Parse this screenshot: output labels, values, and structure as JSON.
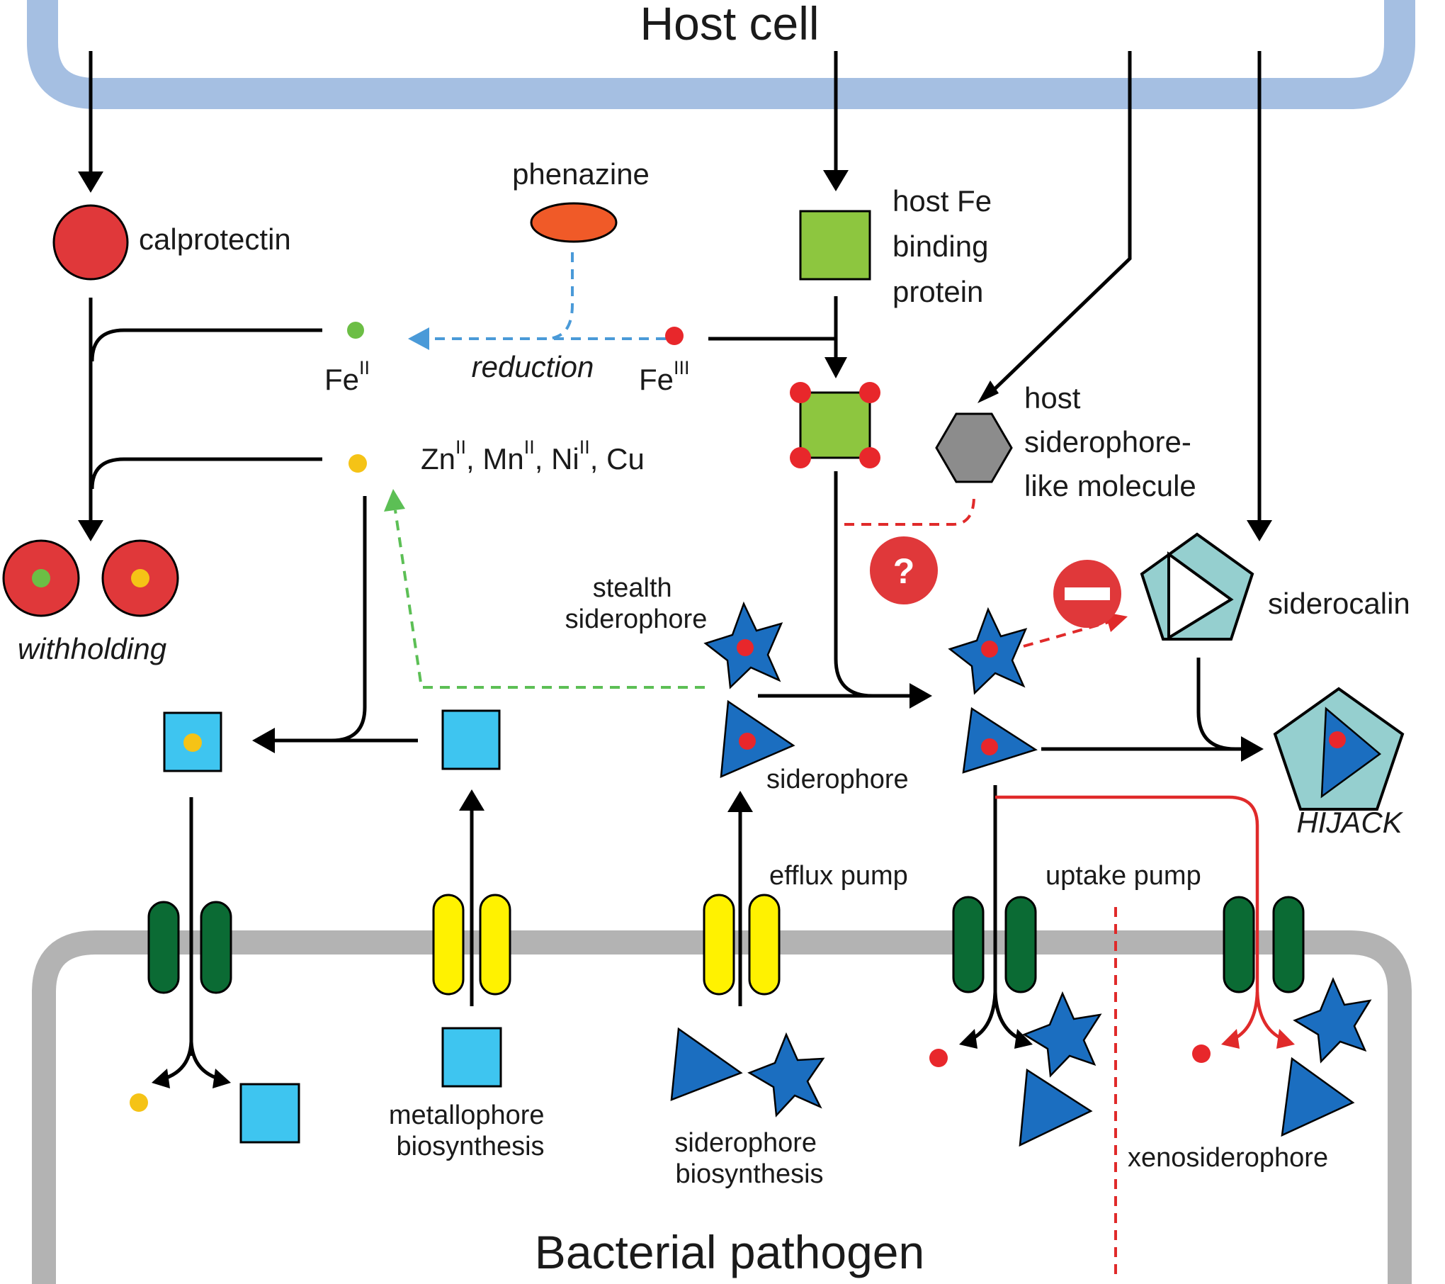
{
  "labels": {
    "host_cell": "Host cell",
    "bacterial_pathogen": "Bacterial pathogen",
    "calprotectin": "calprotectin",
    "phenazine": "phenazine",
    "host_fe_binding_protein": [
      "host Fe",
      "binding",
      "protein"
    ],
    "fe_ii": {
      "base": "Fe",
      "sup": "II"
    },
    "fe_iii": {
      "base": "Fe",
      "sup": "III"
    },
    "reduction": "reduction",
    "metals": [
      {
        "base": "Zn",
        "sup": "II",
        "sep": ", "
      },
      {
        "base": "Mn",
        "sup": "II",
        "sep": ", "
      },
      {
        "base": "Ni",
        "sup": "II",
        "sep": ", "
      },
      {
        "base": "Cu",
        "sup": "",
        "sep": ""
      }
    ],
    "host_siderophore_like": [
      "host",
      "siderophore-",
      "like molecule"
    ],
    "question_mark": "?",
    "withholding": "withholding",
    "stealth_siderophore": [
      "stealth",
      "siderophore"
    ],
    "siderophore": "siderophore",
    "siderocalin": "siderocalin",
    "hijack": "HIJACK",
    "efflux_pump": "efflux pump",
    "uptake_pump": "uptake pump",
    "metallophore_biosynthesis": [
      "metallophore",
      "biosynthesis"
    ],
    "siderophore_biosynthesis": [
      "siderophore",
      "biosynthesis"
    ],
    "xenosiderophore": "xenosiderophore"
  },
  "colors": {
    "host_membrane": "#a5bfe2",
    "bacterial_membrane": "#b3b3b3",
    "iron_iii": "#e8272b",
    "iron_ii": "#6cbe45",
    "zinc_and_other_metals": "#f5c316",
    "siderophore": "#1b6ec0",
    "metallophore": "#3ec5f0",
    "host_fe_protein": "#8dc63f",
    "siderocalin": "#95cfcf",
    "phenazine": "#f05a28",
    "calprotectin": "#e0383a",
    "host_siderophore_like": "#8c8c8c",
    "uptake_channel": "#0b6b34",
    "efflux_channel": "#fff200",
    "reduction_arrow": "#4a9ad8",
    "metallophore_export_arrow": "#5cbf55",
    "inhibition": "#e02a2a"
  },
  "icons": [
    "question-icon",
    "block-icon"
  ]
}
